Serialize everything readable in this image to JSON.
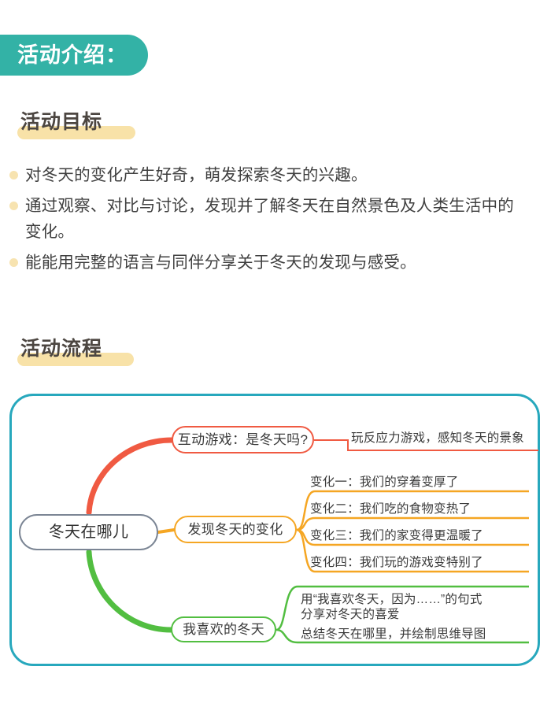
{
  "header": {
    "title": "活动介绍："
  },
  "sections": {
    "goals_heading": "活动目标",
    "flow_heading": "活动流程"
  },
  "goals": [
    "对冬天的变化产生好奇，萌发探索冬天的兴趣。",
    "通过观察、对比与讨论，发现并了解冬天在自然景色及人类生活中的变化。",
    "能能用完整的语言与同伴分享关于冬天的发现与感受。"
  ],
  "mindmap": {
    "root": "冬天在哪儿",
    "branches": {
      "red": {
        "node": "互动游戏：是冬天吗?",
        "leaf": "玩反应力游戏，感知冬天的景象"
      },
      "orange": {
        "node": "发现冬天的变化",
        "leaves": [
          "变化一：我们的穿着变厚了",
          "变化二：我们吃的食物变热了",
          "变化三：我们的家变得更温暖了",
          "变化四：我们玩的游戏变特别了"
        ]
      },
      "green": {
        "node": "我喜欢的冬天",
        "leaf_line1": "用“我喜欢冬天，因为……”的句式",
        "leaf_line2": "分享对冬天的喜爱",
        "leaf2": "总结冬天在哪里，并绘制思维导图"
      }
    }
  },
  "colors": {
    "teal": "#33b2a6",
    "frame_teal": "#27a8bd",
    "highlight_yellow": "#f8e2a8",
    "bullet_yellow": "#f7e3b0",
    "red": "#f05a42",
    "orange": "#f5a623",
    "green": "#52be41",
    "root_gray": "#7b8594"
  }
}
